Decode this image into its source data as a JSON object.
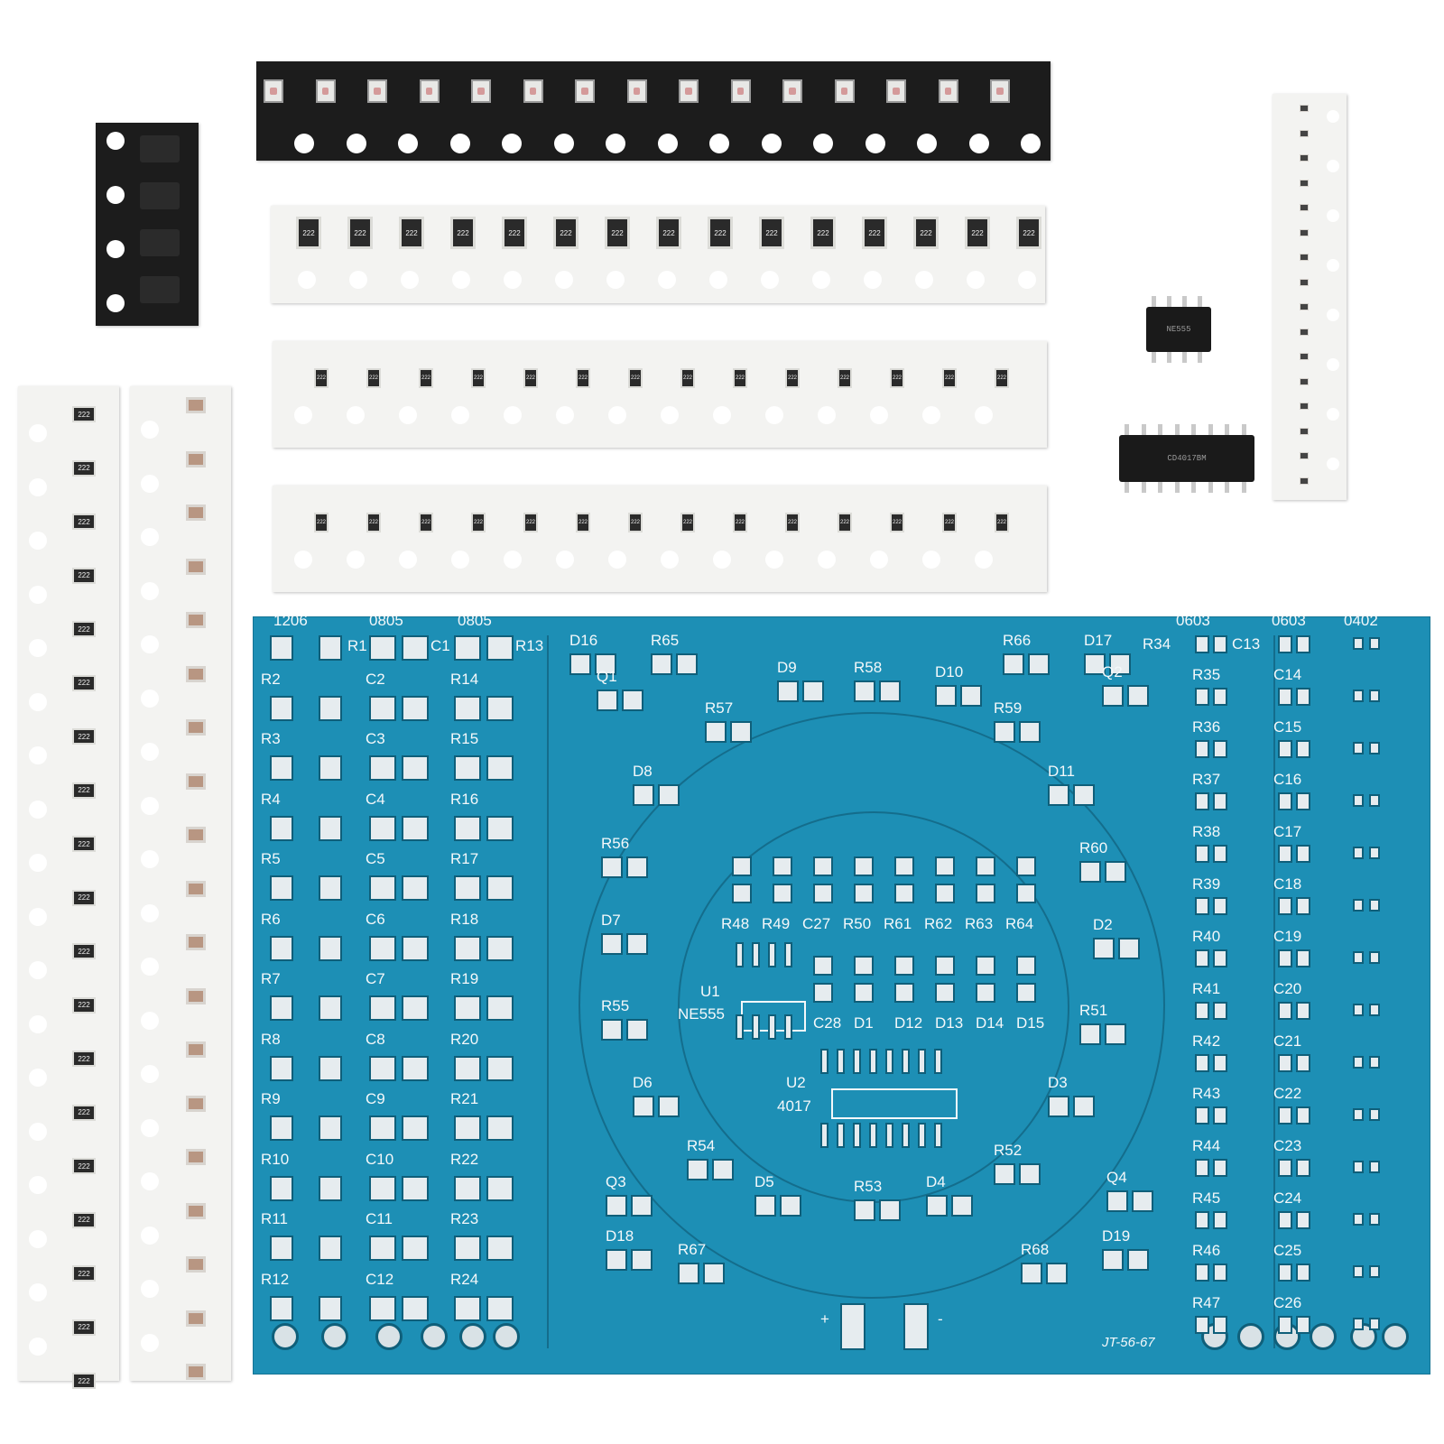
{
  "components": {
    "resistor_code": "222",
    "ic_ne555_marking": "NE555",
    "ic_cd4017_marking": "CD4017BM"
  },
  "pcb": {
    "size_labels": [
      "1206",
      "0805",
      "0805",
      "0603",
      "0603",
      "0402"
    ],
    "col1_labels": [
      "R1",
      "R2",
      "R3",
      "R4",
      "R5",
      "R6",
      "R7",
      "R8",
      "R9",
      "R10",
      "R11",
      "R12"
    ],
    "col2_labels": [
      "C1",
      "C2",
      "C3",
      "C4",
      "C5",
      "C6",
      "C7",
      "C8",
      "C9",
      "C10",
      "C11",
      "C12"
    ],
    "col3_labels": [
      "R13",
      "R14",
      "R15",
      "R16",
      "R17",
      "R18",
      "R19",
      "R20",
      "R21",
      "R22",
      "R23",
      "R24"
    ],
    "right_r_labels": [
      "R34",
      "R35",
      "R36",
      "R37",
      "R38",
      "R39",
      "R40",
      "R41",
      "R42",
      "R43",
      "R44",
      "R45",
      "R46",
      "R47"
    ],
    "right_c_labels": [
      "C13",
      "C14",
      "C15",
      "C16",
      "C17",
      "C18",
      "C19",
      "C20",
      "C21",
      "C22",
      "C23",
      "C24",
      "C25",
      "C26"
    ],
    "ring_labels": [
      "D16",
      "R65",
      "Q1",
      "D9",
      "R57",
      "R58",
      "D10",
      "R59",
      "R66",
      "D17",
      "Q2",
      "D8",
      "D11",
      "R56",
      "R60",
      "D7",
      "D2",
      "R55",
      "R51",
      "D6",
      "D3",
      "R54",
      "R52",
      "D5",
      "R53",
      "D4",
      "Q3",
      "Q4",
      "D18",
      "R67",
      "R68",
      "D19"
    ],
    "center_top_labels": [
      "R48",
      "R49",
      "C27",
      "R50",
      "R61",
      "R62",
      "R63",
      "R64"
    ],
    "center_bottom_labels": [
      "C28",
      "D1",
      "D12",
      "D13",
      "D14",
      "D15"
    ],
    "u1_label": "U1",
    "u1_name": "NE555",
    "u2_label": "U2",
    "u2_name": "4017",
    "board_id": "JT-56-67",
    "plus": "+",
    "minus": "-"
  },
  "colors": {
    "pcb": "#1d8fb5",
    "tape_white": "#f3f3f1",
    "tape_black": "#1c1c1c",
    "capacitor": "#b89682"
  }
}
